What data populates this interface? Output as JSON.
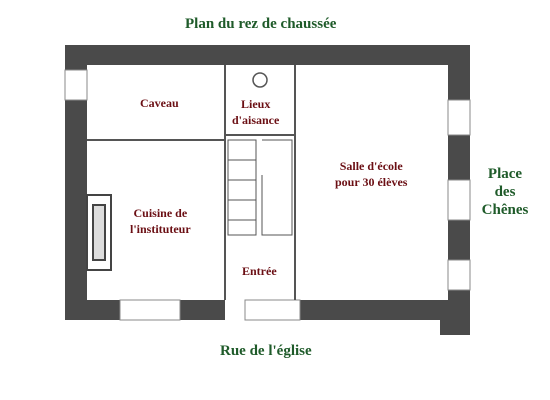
{
  "title": "Plan du rez de chaussée",
  "street_bottom": "Rue de l'église",
  "square_right": [
    "Place",
    "des",
    "Chênes"
  ],
  "rooms": {
    "caveau": "Caveau",
    "lieux": [
      "Lieux",
      "d'aisance"
    ],
    "salle": [
      "Salle d'école",
      "pour 30 élèves"
    ],
    "cuisine": [
      "Cuisine de",
      "l'instituteur"
    ],
    "entree": "Entrée"
  },
  "colors": {
    "wall": "#4a4a4a",
    "wall_light": "#9a9a9a",
    "line": "#555555",
    "label_green": "#1f5b2a",
    "label_room": "#6b0f14"
  }
}
